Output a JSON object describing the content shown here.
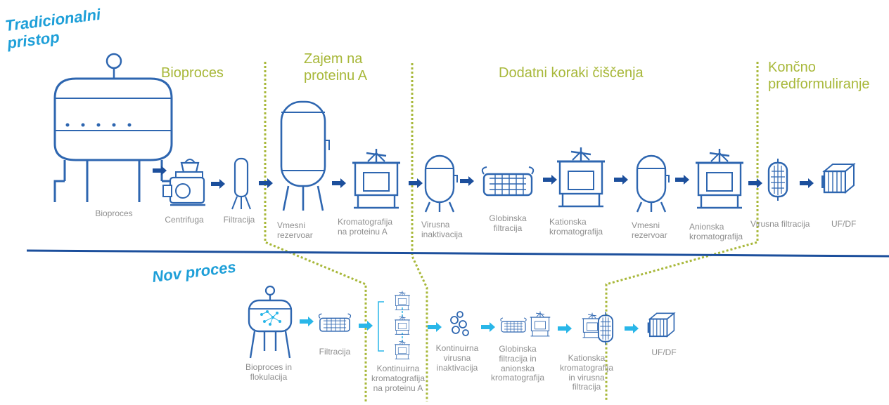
{
  "headings": {
    "traditional": "Tradicionalni\npristop",
    "new_process": "Nov proces"
  },
  "phases": {
    "bioprocess": "Bioproces",
    "capture": "Zajem na\nproteinu A",
    "polishing": "Dodatni koraki čiščenja",
    "final": "Končno\npredformuliranje"
  },
  "traditional_steps": {
    "bioreactor": "Bioproces",
    "centrifuge": "Centrifuga",
    "filtration": "Filtracija",
    "holding_tank_1": "Vmesni\nrezervoar",
    "protein_a": "Kromatografija\nna proteinu A",
    "viral_inactivation": "Virusna\ninaktivacija",
    "depth_filtration": "Globinska\nfiltracija",
    "cation": "Kationska\nkromatografija",
    "holding_tank_2": "Vmesni\nrezervoar",
    "anion": "Anionska\nkromatografija",
    "viral_filtration": "Virusna filtracija",
    "ufdf": "UF/DF"
  },
  "new_steps": {
    "bioreactor": "Bioproces in\nflokulacija",
    "filtration": "Filtracija",
    "continuous_protein_a": "Kontinuirna\nkromatografija\nna proteinu A",
    "continuous_viral_inactivation": "Kontinuirna\nvirusna\ninaktivacija",
    "depth_anion": "Globinska\nfiltracija in\nanionska\nkromatografija",
    "cation_viral": "Kationska\nkromatografija\nin virusna\nfiltracija",
    "ufdf": "UF/DF"
  },
  "colors": {
    "equipment_stroke": "#2e66b0",
    "traditional_arrow": "#1c4f9c",
    "new_arrow": "#29b6e8",
    "divider": "#1c4f9c",
    "phase_boundary": "#a8b83a",
    "heading": "#1e9fd8",
    "label": "#8f8f8f"
  }
}
